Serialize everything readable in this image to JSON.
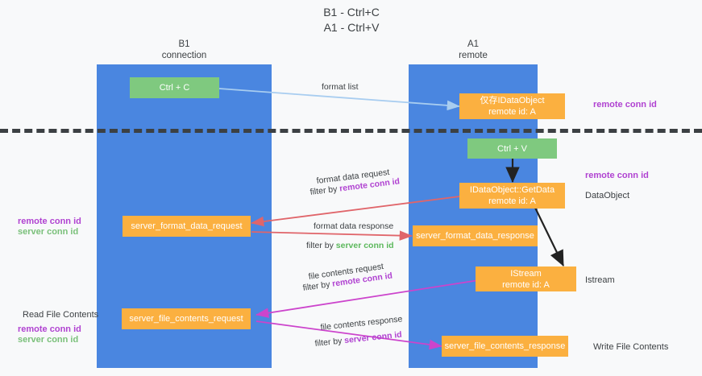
{
  "title": "B1 - Ctrl+C\nA1 - Ctrl+V",
  "lanes": [
    {
      "name": "lane-b1",
      "label": "B1\nconnection"
    },
    {
      "name": "lane-a1",
      "label": "A1\nremote"
    }
  ],
  "boxes": {
    "ctrl_c": {
      "line1": "Ctrl + C",
      "line2": ""
    },
    "idataobject": {
      "line1": "仅存IDataObject",
      "line2": "remote id: A"
    },
    "ctrl_v": {
      "line1": "Ctrl + V",
      "line2": ""
    },
    "getdata": {
      "line1": "IDataObject::GetData",
      "line2": "remote id: A"
    },
    "server_format_data_request": {
      "line1": "server_format_data_request",
      "line2": ""
    },
    "server_format_data_response": {
      "line1": "server_format_data_response",
      "line2": ""
    },
    "istream": {
      "line1": "IStream",
      "line2": "remote id: A"
    },
    "server_file_contents_request": {
      "line1": "server_file_contents_request",
      "line2": ""
    },
    "server_file_contents_response": {
      "line1": "server_file_contents_response",
      "line2": ""
    }
  },
  "right_notes": {
    "remote_conn_id_top": "remote conn id",
    "remote_conn_id_mid": "remote conn id",
    "dataobject": "DataObject",
    "istream": "Istream",
    "write_file_contents": "Write File Contents"
  },
  "left_notes": {
    "remote_conn_id_mid": "remote conn id",
    "server_conn_id_mid": "server conn id",
    "read_file_contents": "Read File Contents",
    "remote_conn_id_bottom": "remote conn id",
    "server_conn_id_bottom": "server conn id"
  },
  "edges": {
    "format_list": "format list",
    "format_data_request": "format data request",
    "format_data_request_filter_prefix": "filter by ",
    "format_data_request_filter_key": "remote conn id",
    "format_data_response": "format data response",
    "format_data_response_filter_prefix": "filter by ",
    "format_data_response_filter_key": "server conn id",
    "file_contents_request": "file contents request",
    "file_contents_request_filter_prefix": "filter by ",
    "file_contents_request_filter_key": "remote conn id",
    "file_contents_response": "file contents response",
    "file_contents_response_filter_prefix": "filter by ",
    "file_contents_response_filter_key": "server conn id"
  },
  "colors": {
    "lane": "#4a86e0",
    "green_box": "#7fc97f",
    "orange_box": "#fbb040",
    "pink": "#b042d1",
    "green_text": "#5cb85c",
    "light_blue_arrow": "#a8cdf0",
    "red_arrow": "#e0656a",
    "magenta_arrow": "#cc44cc",
    "black_arrow": "#222222",
    "background": "#f8f9fa"
  }
}
